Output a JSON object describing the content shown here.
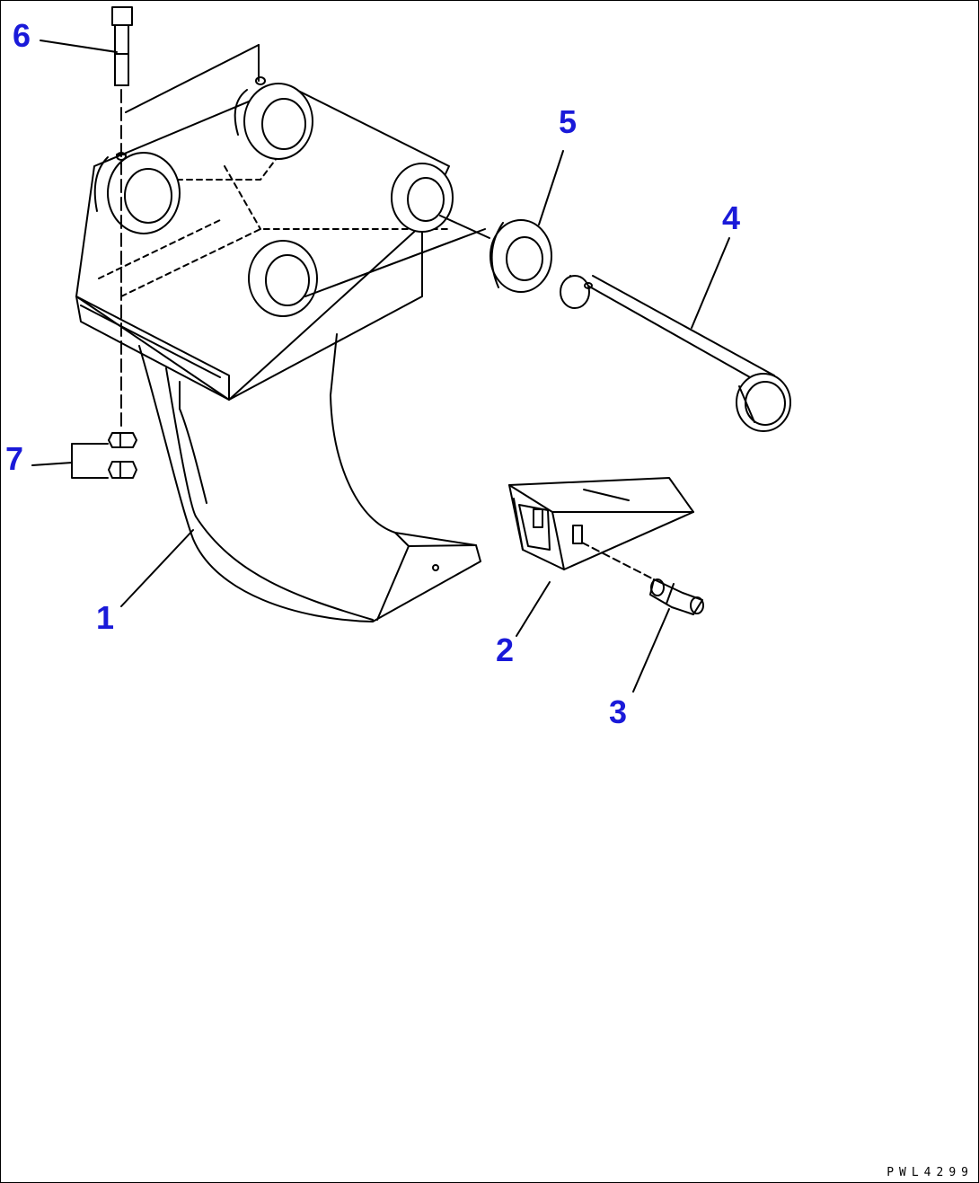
{
  "callouts": {
    "c1": "1",
    "c2": "2",
    "c3": "3",
    "c4": "4",
    "c5": "5",
    "c6": "6",
    "c7": "7"
  },
  "drawing_code": "PWL4299",
  "colors": {
    "callout": "#1a1ad9",
    "line": "#000000",
    "background": "#ffffff"
  }
}
